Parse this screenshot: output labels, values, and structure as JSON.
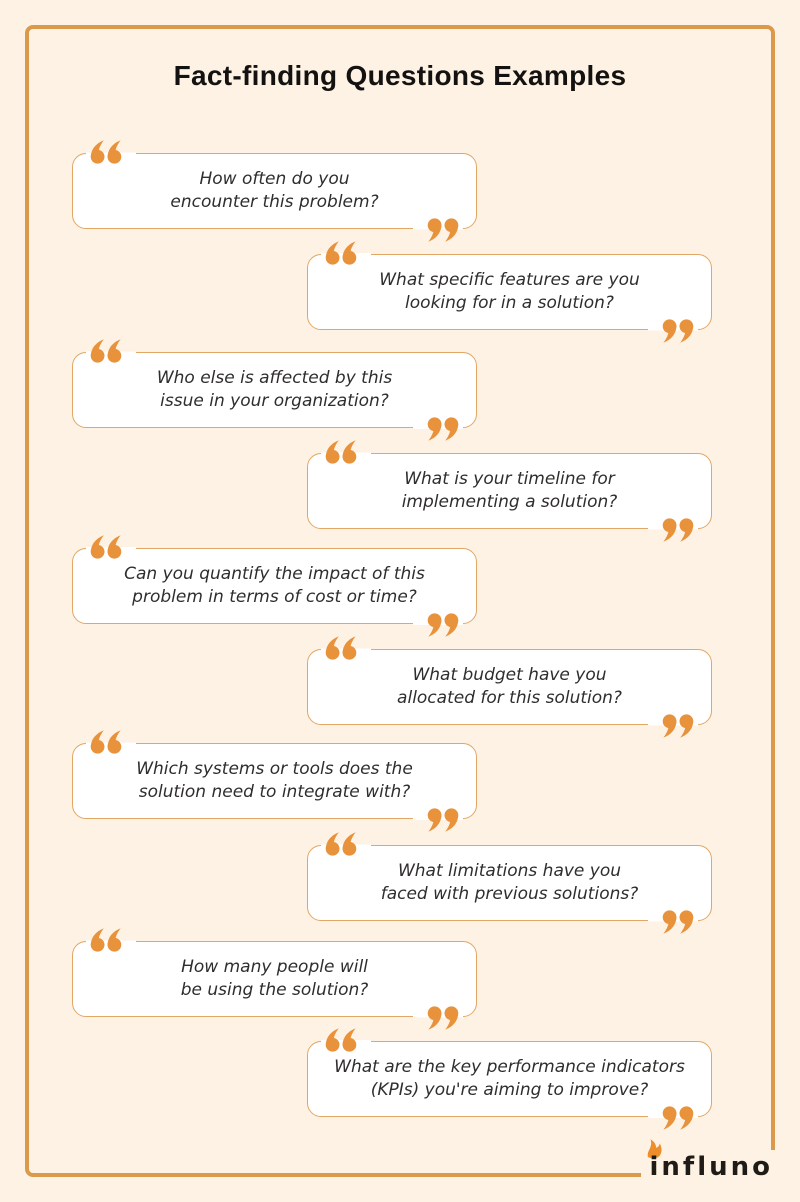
{
  "title": "Fact-finding Questions Examples",
  "questions": [
    {
      "line1": "How often do you",
      "line2": "encounter this problem?"
    },
    {
      "line1": "What specific features are you",
      "line2": "looking for in a solution?"
    },
    {
      "line1": "Who else is affected by this",
      "line2": "issue in your organization?"
    },
    {
      "line1": "What is your timeline for",
      "line2": "implementing a solution?"
    },
    {
      "line1": "Can you quantify the impact of this",
      "line2": "problem in terms of cost or time?"
    },
    {
      "line1": "What budget have you",
      "line2": "allocated for this solution?"
    },
    {
      "line1": "Which systems or tools does the",
      "line2": "solution need to integrate with?"
    },
    {
      "line1": "What limitations have you",
      "line2": "faced with previous solutions?"
    },
    {
      "line1": "How many people will",
      "line2": "be using the solution?"
    },
    {
      "line1": "What are the key performance indicators",
      "line2": "(KPIs) you're aiming to improve?"
    }
  ],
  "logo": {
    "text": "influno",
    "icon": "flame-icon"
  },
  "icons": {
    "open_quote": "open-quote-icon",
    "close_quote": "close-quote-icon"
  },
  "colors": {
    "background": "#FDF2E4",
    "frame_border": "#DB994D",
    "box_border": "#E2A765",
    "quote_accent": "#E8923C",
    "question_text": "#2F2E2C",
    "title_text": "#141210",
    "logo_text": "#1F1C18"
  }
}
